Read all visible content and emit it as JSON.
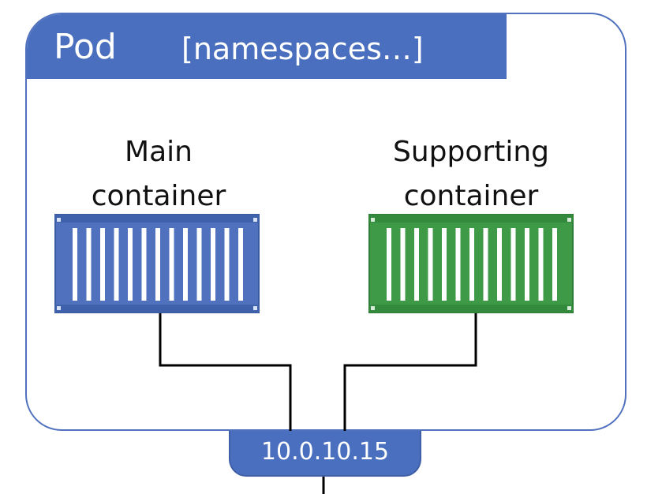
{
  "pod": {
    "title": "Pod",
    "namespaces": "[namespaces…]"
  },
  "main_container": {
    "label_line1": "Main",
    "label_line2": "container",
    "color": "#4f71be"
  },
  "supporting_container": {
    "label_line1": "Supporting",
    "label_line2": "container",
    "color": "#3f9a47"
  },
  "network": {
    "ip": "10.0.10.15"
  },
  "colors": {
    "pod_blue": "#4a6fbe",
    "line": "#000000"
  }
}
